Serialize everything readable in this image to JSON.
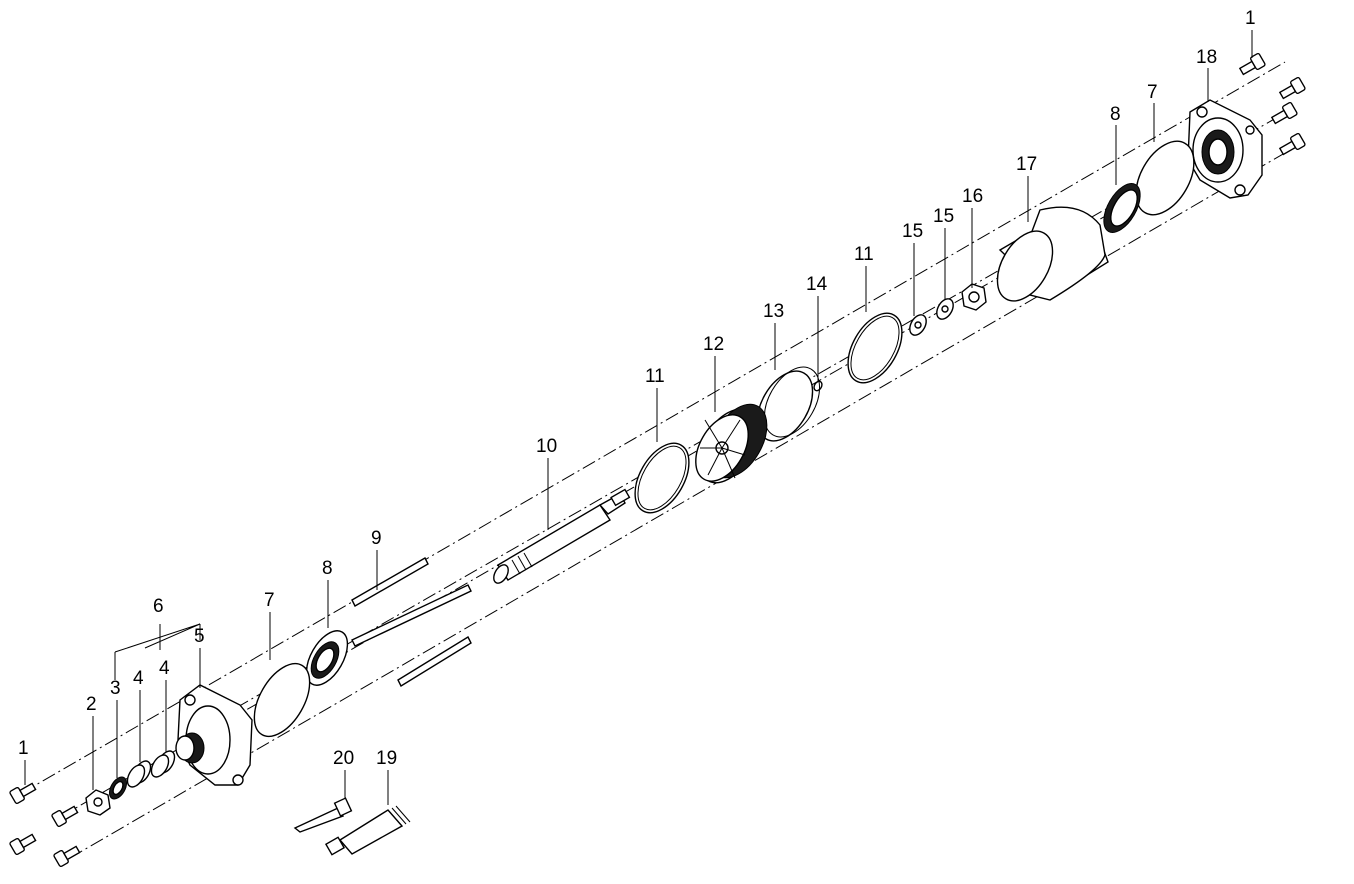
{
  "callouts": [
    {
      "id": "c1a",
      "text": "1"
    },
    {
      "id": "c18",
      "text": "18"
    },
    {
      "id": "c8a",
      "text": "8"
    },
    {
      "id": "c7a",
      "text": "7"
    },
    {
      "id": "c17",
      "text": "17"
    },
    {
      "id": "c16",
      "text": "16"
    },
    {
      "id": "c15a",
      "text": "15"
    },
    {
      "id": "c15b",
      "text": "15"
    },
    {
      "id": "c11a",
      "text": "11"
    },
    {
      "id": "c14",
      "text": "14"
    },
    {
      "id": "c13",
      "text": "13"
    },
    {
      "id": "c12",
      "text": "12"
    },
    {
      "id": "c11b",
      "text": "11"
    },
    {
      "id": "c10",
      "text": "10"
    },
    {
      "id": "c9",
      "text": "9"
    },
    {
      "id": "c8b",
      "text": "8"
    },
    {
      "id": "c7b",
      "text": "7"
    },
    {
      "id": "c6",
      "text": "6"
    },
    {
      "id": "c5",
      "text": "5"
    },
    {
      "id": "c3",
      "text": "3"
    },
    {
      "id": "c4a",
      "text": "4"
    },
    {
      "id": "c4b",
      "text": "4"
    },
    {
      "id": "c2",
      "text": "2"
    },
    {
      "id": "c1b",
      "text": "1"
    },
    {
      "id": "c20",
      "text": "20"
    },
    {
      "id": "c19",
      "text": "19"
    }
  ]
}
